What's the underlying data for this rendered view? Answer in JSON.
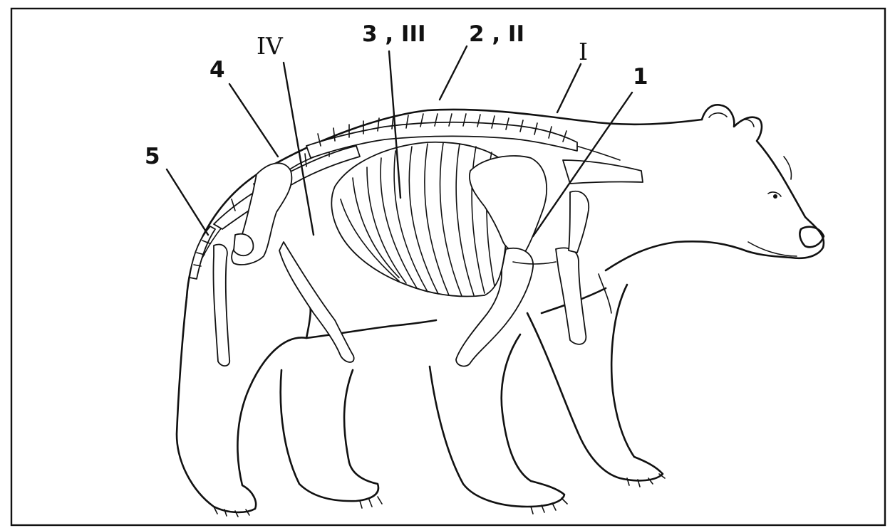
{
  "labels": {
    "n1": "1",
    "n2_II": "2 , II",
    "n3_III": "3 , III",
    "n4": "4",
    "n5": "5",
    "I": "I",
    "IV": "IV"
  },
  "colors": {
    "line": "#111111",
    "background": "#ffffff"
  }
}
